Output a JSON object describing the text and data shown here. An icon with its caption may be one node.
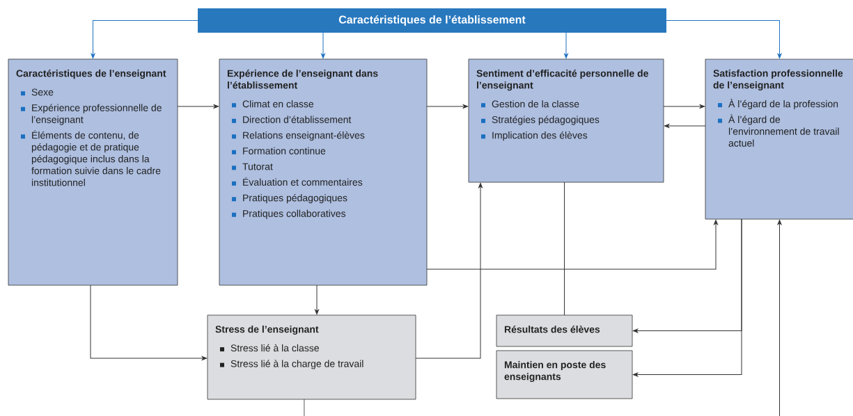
{
  "diagram": {
    "nodes": [
      {
        "text": [
          "Caractéristiques de l’établissement"
        ]
      },
      {
        "text": [
          "Caractéristiques de l’enseignant",
          "Sexe",
          "Expérience professionnelle de l’enseignant",
          "Éléments de contenu, de pédagogie et de pratique pédagogique inclus dans la formation suivie dans le cadre institutionnel"
        ]
      },
      {
        "text": [
          "Expérience de l’enseignant dans l’établissement",
          "Climat en classe",
          "Direction d’établissement",
          "Relations enseignant-élèves",
          "Formation continue",
          "Tutorat",
          "Évaluation et commentaires",
          "Pratiques pédagogiques",
          "Pratiques collaboratives"
        ]
      },
      {
        "text": [
          "Sentiment d’efficacité personnelle de l’enseignant",
          "Gestion de la classe",
          "Stratégies pédagogiques",
          "Implication des élèves"
        ]
      },
      {
        "text": [
          "Satisfaction professionnelle de l’enseignant",
          "À l’égard de la profession",
          "À l’égard de l’environnement de travail actuel"
        ]
      },
      {
        "text": [
          "Stress de l’enseignant",
          "Stress lié à la classe",
          "Stress lié à la charge de travail"
        ]
      },
      {
        "text": [
          "Résultats des élèves"
        ]
      },
      {
        "text": [
          "Maintien en poste des enseignants"
        ]
      }
    ],
    "edges": [
      {
        "from": 0,
        "to": 1,
        "arrow": "to",
        "color": "#1f72c1"
      },
      {
        "from": 0,
        "to": 2,
        "arrow": "to",
        "color": "#1f72c1"
      },
      {
        "from": 0,
        "to": 3,
        "arrow": "to",
        "color": "#1f72c1"
      },
      {
        "from": 0,
        "to": 4,
        "arrow": "to",
        "color": "#1f72c1"
      },
      {
        "from": 1,
        "to": 2,
        "arrow": "to"
      },
      {
        "from": 2,
        "to": 3,
        "arrow": "to"
      },
      {
        "from": 3,
        "to": 4,
        "arrow": "to"
      },
      {
        "from": 4,
        "to": 3,
        "arrow": "to"
      },
      {
        "from": 2,
        "to": 5,
        "arrow": "to"
      },
      {
        "from": 1,
        "to": 5,
        "arrow": "to"
      },
      {
        "from": 5,
        "to": 3,
        "arrow": "to"
      },
      {
        "from": 2,
        "to": 4,
        "arrow": "to"
      },
      {
        "from": 3,
        "to": 6,
        "arrow": "none"
      },
      {
        "from": 4,
        "to": 6,
        "arrow": "to"
      },
      {
        "from": 4,
        "to": 7,
        "arrow": "to"
      },
      {
        "from": 5,
        "to": null,
        "arrow": "none"
      },
      {
        "from": null,
        "to": 4,
        "arrow": "to"
      }
    ]
  }
}
